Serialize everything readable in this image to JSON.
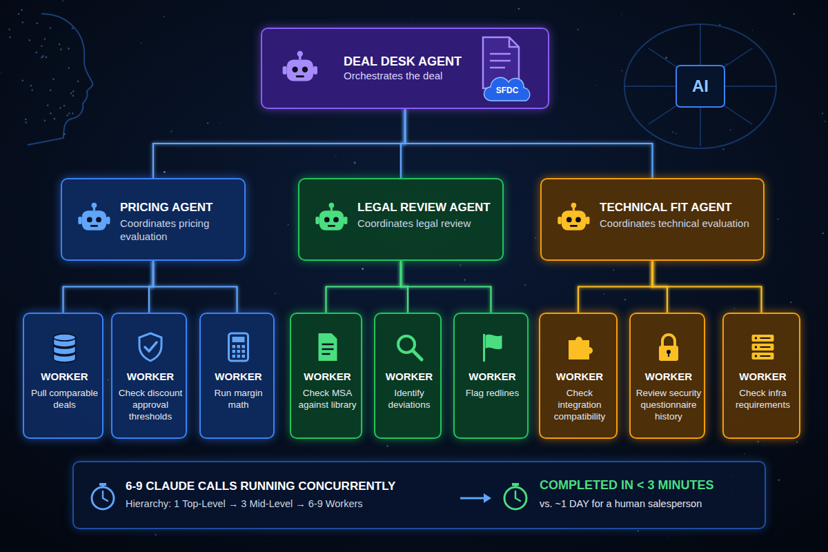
{
  "diagram": {
    "nodes": [
      {
        "text": [
          "DEAL DESK AGENT",
          "Orchestrates the deal",
          "SFDC"
        ]
      },
      {
        "text": [
          "PRICING AGENT",
          "Coordinates pricing evaluation"
        ]
      },
      {
        "text": [
          "LEGAL REVIEW AGENT",
          "Coordinates legal review"
        ]
      },
      {
        "text": [
          "TECHNICAL FIT AGENT",
          "Coordinates technical evaluation"
        ]
      },
      {
        "text": [
          "WORKER",
          "Pull comparable deals"
        ]
      },
      {
        "text": [
          "WORKER",
          "Check discount approval thresholds"
        ]
      },
      {
        "text": [
          "WORKER",
          "Run margin math"
        ]
      },
      {
        "text": [
          "WORKER",
          "Check MSA against library"
        ]
      },
      {
        "text": [
          "WORKER",
          "Identify deviations"
        ]
      },
      {
        "text": [
          "WORKER",
          "Flag redlines"
        ]
      },
      {
        "text": [
          "WORKER",
          "Check integration compatibility"
        ]
      },
      {
        "text": [
          "WORKER",
          "Review security questionnaire history"
        ]
      },
      {
        "text": [
          "WORKER",
          "Check infra requirements"
        ]
      },
      {
        "text": [
          "6-9 CLAUDE CALLS RUNNING CONCURRENTLY",
          "Hierarchy: 1 Top-Level → 3 Mid-Level → 6-9 Workers",
          "COMPLETED IN < 3 MINUTES",
          "vs. ~1 DAY for a human salesperson"
        ]
      }
    ],
    "edges": [
      {
        "from": 0,
        "to": 1,
        "arrow": "none"
      },
      {
        "from": 0,
        "to": 2,
        "arrow": "none"
      },
      {
        "from": 0,
        "to": 3,
        "arrow": "none"
      },
      {
        "from": 1,
        "to": 4,
        "arrow": "none"
      },
      {
        "from": 1,
        "to": 5,
        "arrow": "none"
      },
      {
        "from": 1,
        "to": 6,
        "arrow": "none"
      },
      {
        "from": 2,
        "to": 7,
        "arrow": "none"
      },
      {
        "from": 2,
        "to": 8,
        "arrow": "none"
      },
      {
        "from": 2,
        "to": 9,
        "arrow": "none"
      },
      {
        "from": 3,
        "to": 10,
        "arrow": "none"
      },
      {
        "from": 3,
        "to": 11,
        "arrow": "none"
      },
      {
        "from": 3,
        "to": 12,
        "arrow": "none"
      }
    ],
    "labels": [
      "AI"
    ]
  }
}
